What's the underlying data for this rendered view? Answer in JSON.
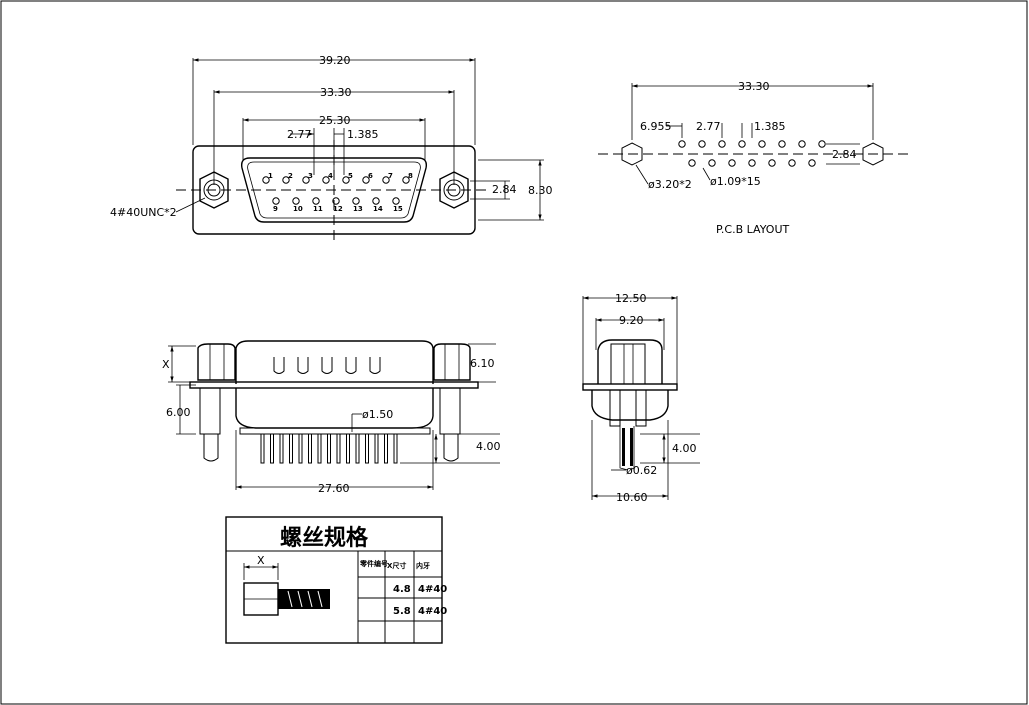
{
  "front_view": {
    "dims": {
      "overall": "39.20",
      "mount_pitch": "33.30",
      "row_span": "25.30",
      "pin_pitch": "2.77",
      "pin_offset": "1.385",
      "row_spacing": "2.84",
      "height": "8.30"
    },
    "thread_label": "4#40UNC*2",
    "pin_numbers": [
      "1",
      "2",
      "3",
      "4",
      "5",
      "6",
      "7",
      "8",
      "9",
      "10",
      "11",
      "12",
      "13",
      "14",
      "15"
    ]
  },
  "pcb_layout": {
    "dims": {
      "mount_pitch": "33.30",
      "edge_offset": "6.955",
      "pin_pitch": "2.77",
      "pin_offset": "1.385",
      "row_spacing": "2.84",
      "mount_hole": "ø3.20*2",
      "pin_hole": "ø1.09*15"
    },
    "caption": "P.C.B LAYOUT"
  },
  "side_view": {
    "dims": {
      "x_label": "X",
      "height": "6.10",
      "standoff": "6.00",
      "pin_dia": "ø1.50",
      "tail": "4.00",
      "width": "27.60"
    }
  },
  "end_view": {
    "dims": {
      "outer": "12.50",
      "inner": "9.20",
      "tail": "4.00",
      "pin_dia": "ø0.62",
      "depth": "10.60"
    }
  },
  "screw_table": {
    "title": "螺丝规格",
    "x_label": "X",
    "headers": [
      "零件编号",
      "X尺寸",
      "内牙"
    ],
    "rows": [
      {
        "part_no": "",
        "x_size": "4.8",
        "thread": "4#40"
      },
      {
        "part_no": "",
        "x_size": "5.8",
        "thread": "4#40"
      }
    ]
  }
}
